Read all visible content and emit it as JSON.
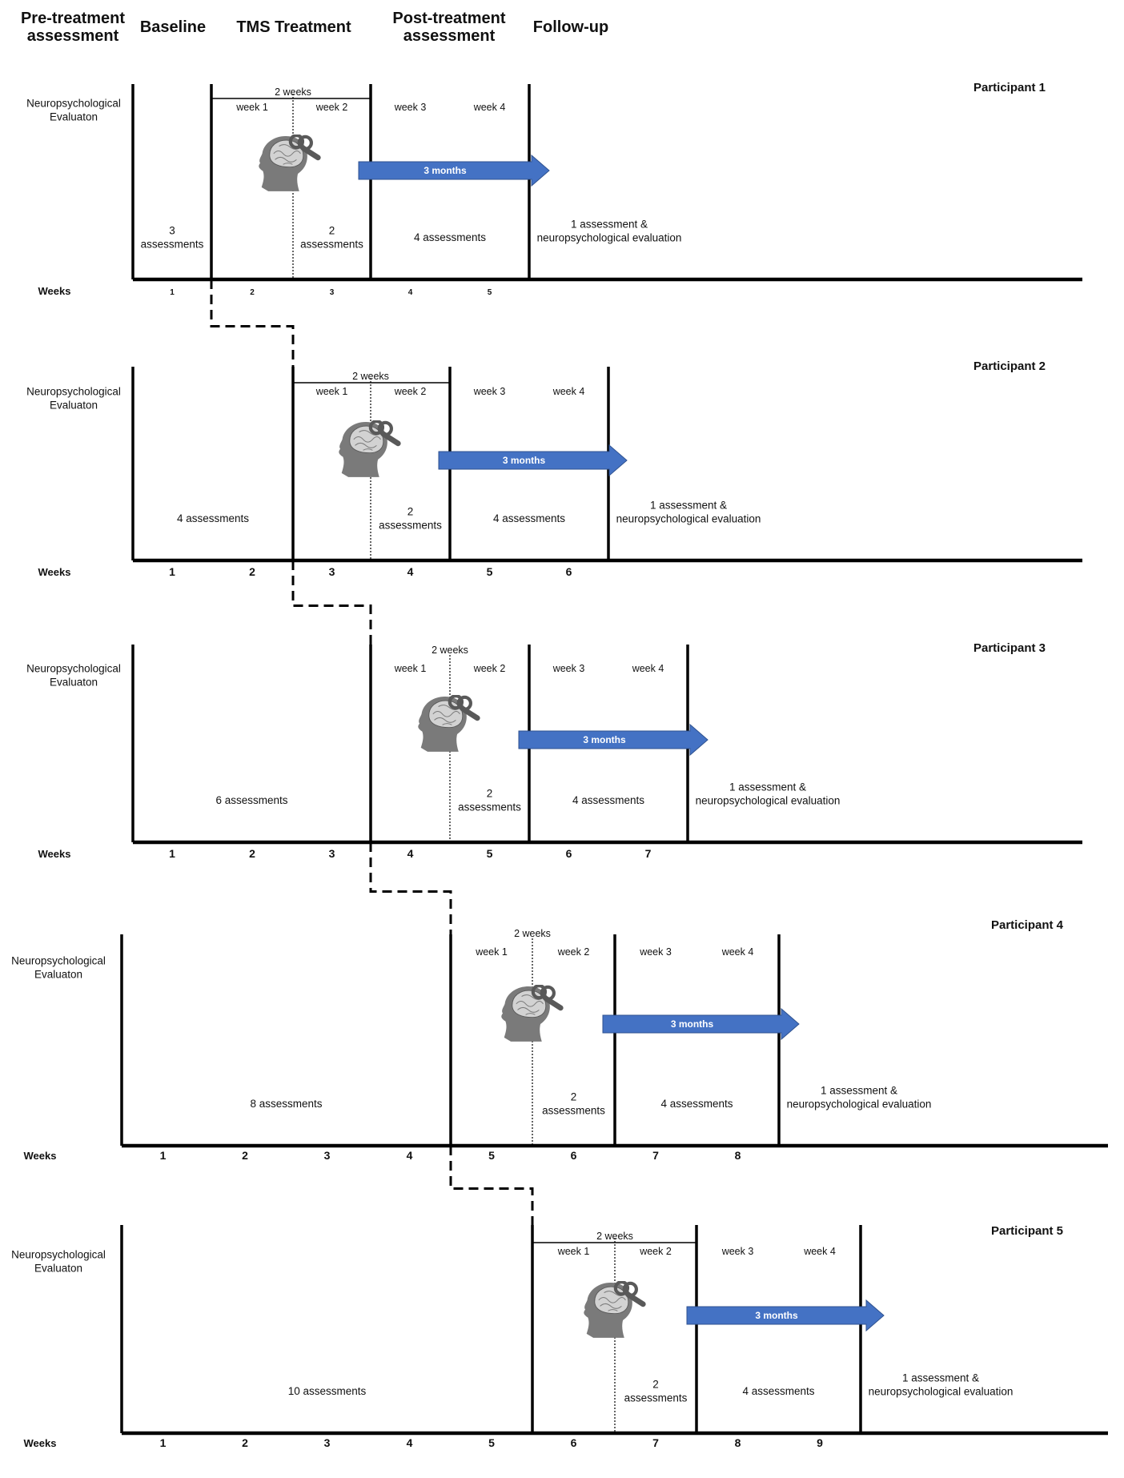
{
  "headers": [
    {
      "lines": [
        "Pre-treatment",
        "assessment"
      ]
    },
    {
      "lines": [
        "Baseline"
      ]
    },
    {
      "lines": [
        "TMS Treatment"
      ]
    },
    {
      "lines": [
        "Post-treatment",
        "assessment"
      ]
    },
    {
      "lines": [
        "Follow-up"
      ]
    }
  ],
  "weeks_label": "Weeks",
  "neuro_label": [
    "Neuropsychological",
    "Evaluaton"
  ],
  "two_weeks_label": "2 weeks",
  "week_labels": [
    "week 1",
    "week 2",
    "week 3",
    "week 4"
  ],
  "arrow_label": "3 months",
  "followup_label": [
    "1 assessment &",
    "neuropsychological evaluation"
  ],
  "colors": {
    "participant_label": "#e8352b",
    "arrow_fill": "#4472c4",
    "arrow_stroke": "#2f528f",
    "head_icon": "#7a7a7a"
  },
  "icon": "head-brain-tms-icon",
  "participants": [
    {
      "label": "Participant 1",
      "baseline_text": [
        "3",
        "assessments"
      ],
      "treatment_text": [
        "2",
        "assessments"
      ],
      "post_text": [
        "4 assessments"
      ],
      "week_numbers": [
        "1",
        "2",
        "3",
        "4",
        "5"
      ]
    },
    {
      "label": "Participant 2",
      "baseline_text": [
        "4 assessments"
      ],
      "treatment_text": [
        "2",
        "assessments"
      ],
      "post_text": [
        "4 assessments"
      ],
      "week_numbers": [
        "1",
        "2",
        "3",
        "4",
        "5",
        "6"
      ]
    },
    {
      "label": "Participant 3",
      "baseline_text": [
        "6 assessments"
      ],
      "treatment_text": [
        "2",
        "assessments"
      ],
      "post_text": [
        "4 assessments"
      ],
      "week_numbers": [
        "1",
        "2",
        "3",
        "4",
        "5",
        "6",
        "7"
      ]
    },
    {
      "label": "Participant 4",
      "baseline_text": [
        "8 assessments"
      ],
      "treatment_text": [
        "2",
        "assessments"
      ],
      "post_text": [
        "4 assessments"
      ],
      "week_numbers": [
        "1",
        "2",
        "3",
        "4",
        "5",
        "6",
        "7",
        "8"
      ]
    },
    {
      "label": "Participant 5",
      "baseline_text": [
        "10 assessments"
      ],
      "treatment_text": [
        "2",
        "assessments"
      ],
      "post_text": [
        "4 assessments"
      ],
      "week_numbers": [
        "1",
        "2",
        "3",
        "4",
        "5",
        "6",
        "7",
        "8",
        "9"
      ]
    }
  ]
}
